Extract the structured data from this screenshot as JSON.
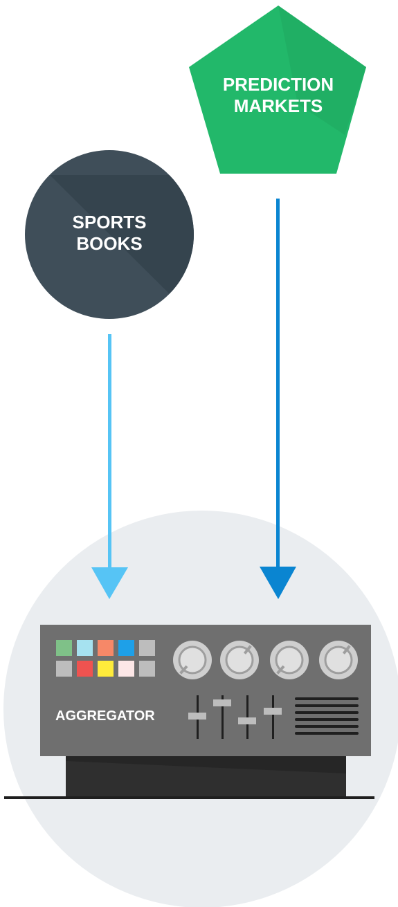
{
  "nodes": {
    "sports_books": {
      "line1": "SPORTS",
      "line2": "BOOKS"
    },
    "prediction_markets": {
      "line1": "PREDICTION",
      "line2": "MARKETS"
    },
    "aggregator": {
      "label": "AGGREGATOR"
    }
  },
  "colors": {
    "sports_books_fill": "#3f4e59",
    "sports_books_shade": "#35444e",
    "prediction_markets_fill": "#22b86a",
    "prediction_markets_shade": "#1fa961",
    "arrow_light_blue": "#56c4f5",
    "arrow_dark_blue": "#0a85d1",
    "backdrop_circle": "#eaedf0",
    "panel": "#6f6f6f",
    "base": "#2f2f2f",
    "text_white": "#ffffff"
  },
  "aggregator_panel": {
    "pad_colors": [
      "#7fc188",
      "#a6e2f0",
      "#f68868",
      "#1ea0e8",
      "#bdbdbd",
      "#bdbdbd",
      "#ef5350",
      "#ffeb3b",
      "#fde7e7",
      "#bdbdbd"
    ],
    "knob_count": 4,
    "fader_count": 4,
    "vent_line_count": 6
  }
}
